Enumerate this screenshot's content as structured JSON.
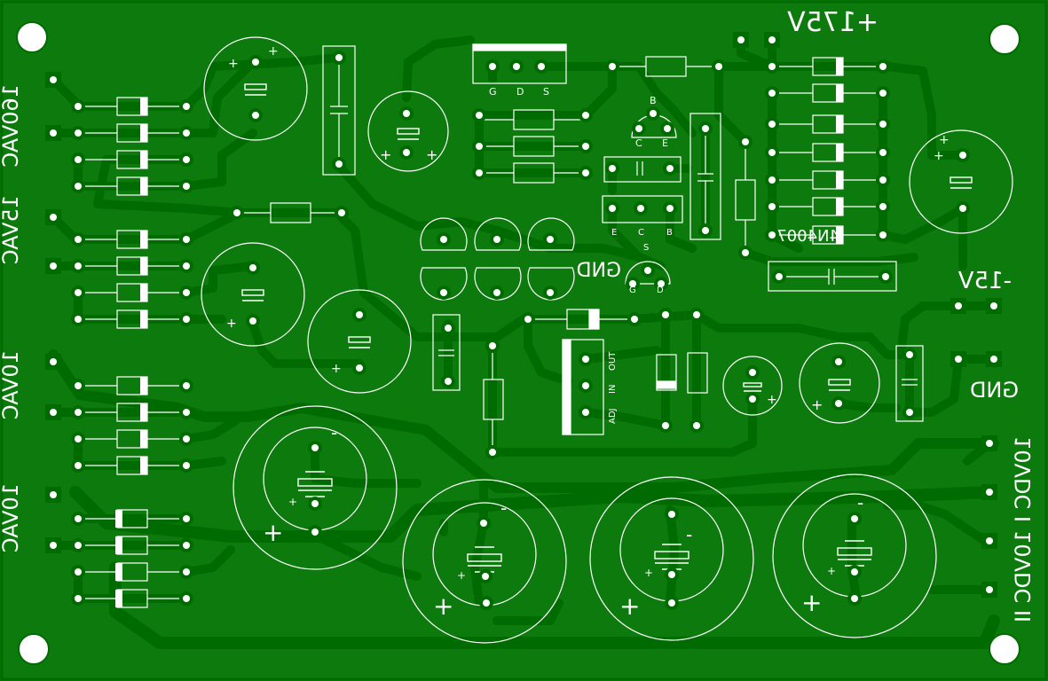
{
  "labels": {
    "plus175v": "+175V",
    "minus15v": "-15V",
    "gnd_right": "GND",
    "gnd_mid": "GND",
    "ac160": "160VAC",
    "ac15": "15VAC",
    "ac10": "10VAC",
    "ac10b": "10VAC",
    "dc10_i": "10VDC I",
    "dc10_ii": "10VDC II",
    "plus": "+",
    "minus": "-",
    "ic_adj": "ADJ",
    "ic_in": "IN",
    "ic_out": "OUT",
    "diode_part": "4N4007",
    "mosfet_g": "G",
    "mosfet_d": "D",
    "mosfet_s": "S",
    "trans_b": "B",
    "trans_c": "C",
    "trans_e": "E",
    "small_e": "E",
    "small_c": "C",
    "small_b": "B",
    "small_s": "S",
    "small_g": "G",
    "small_d": "D"
  },
  "colors": {
    "board": "#0d7a0d",
    "copper": "#006b00",
    "silkscreen": "#ffffff"
  }
}
